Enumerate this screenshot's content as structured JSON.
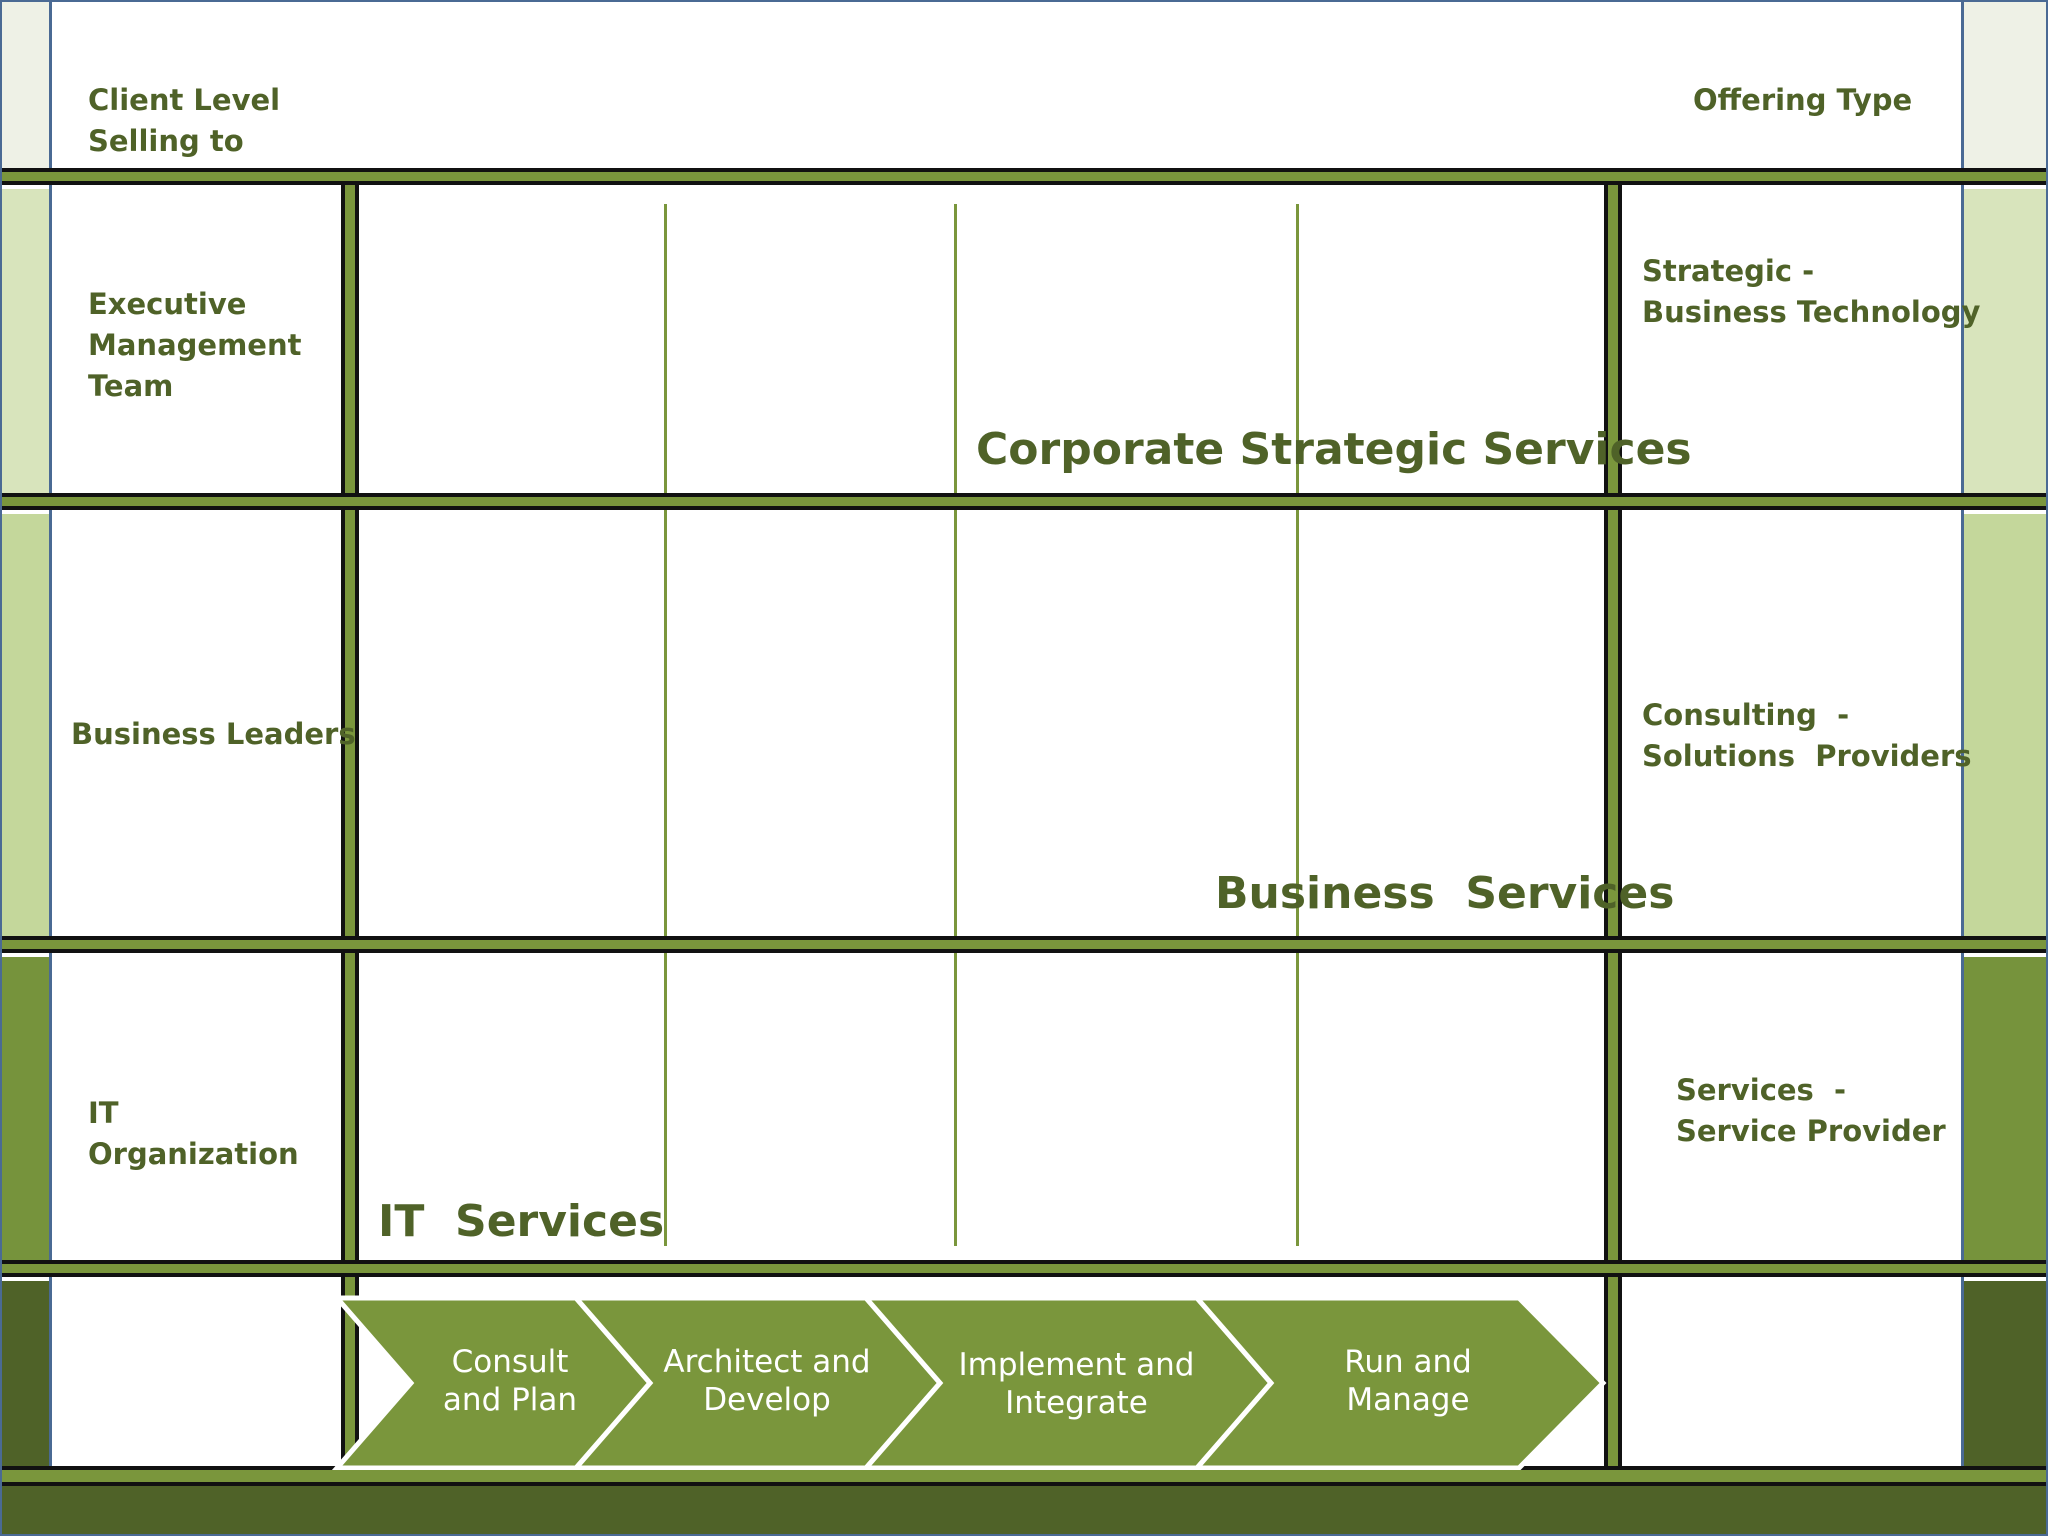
{
  "header": {
    "client_level_line1": "Client Level",
    "client_level_line2": "Selling to",
    "offering_type": "Offering Type"
  },
  "rows": [
    {
      "client": [
        "Executive",
        "Management",
        "Team"
      ],
      "offering": [
        "Strategic -",
        "Business Technology"
      ],
      "service": "Corporate Strategic Services"
    },
    {
      "client": [
        "Business Leaders"
      ],
      "offering": [
        "Consulting  -",
        "Solutions  Providers"
      ],
      "service": "Business  Services"
    },
    {
      "client": [
        "IT",
        "Organization"
      ],
      "offering": [
        "Services  -",
        "Service Provider"
      ],
      "service": "IT  Services"
    }
  ],
  "process_steps": [
    {
      "line1": "Consult",
      "line2": "and Plan"
    },
    {
      "line1": "Architect and",
      "line2": "Develop"
    },
    {
      "line1": "Implement and",
      "line2": "Integrate"
    },
    {
      "line1": "Run and",
      "line2": "Manage"
    }
  ],
  "colors": {
    "text_green": "#4f6228",
    "band_green": "#7a963c",
    "chevron_green": "#7a963c",
    "side_light": "#d8e4bc",
    "side_mid": "#c4d79b",
    "side_dark": "#76933c",
    "side_darkest": "#4f6228",
    "frame_blue": "#4a6a94"
  }
}
